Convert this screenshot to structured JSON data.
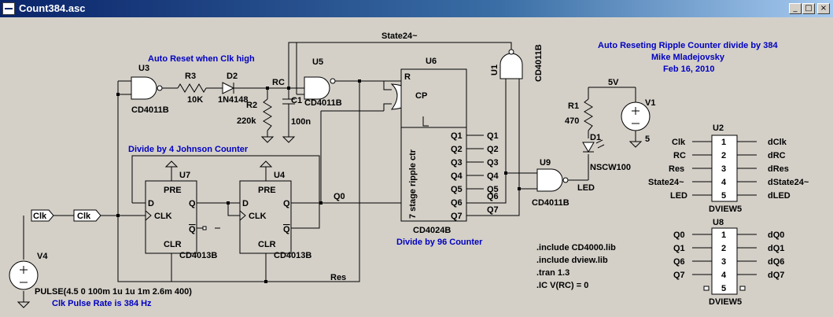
{
  "window": {
    "title": "Count384.asc"
  },
  "buttons": {
    "minimize": "_",
    "maximize": "□",
    "close": "×"
  },
  "labels": {
    "state24": "State24~",
    "auto_reset": "Auto Reset when Clk high",
    "rc": "RC",
    "header1": "Auto Reseting Ripple Counter divide by 384",
    "header2": "Mike Mladejovsky",
    "header3": "Feb 16, 2010",
    "johnson": "Divide by 4 Johnson Counter",
    "div96": "Divide by 96 Counter",
    "q0": "Q0",
    "res": "Res",
    "pulse": "PULSE(4.5 0 100m 1u 1u 1m 2.6m 400)",
    "clk_rate": "Clk Pulse Rate is 384 Hz",
    "clk_port1": "Clk",
    "clk_port2": "Clk",
    "led_net": "LED",
    "q6": "Q6",
    "q7": "Q7"
  },
  "components": {
    "u3": {
      "ref": "U3",
      "part": "CD4011B"
    },
    "r3": {
      "ref": "R3",
      "value": "10K"
    },
    "d2": {
      "ref": "D2",
      "value": "1N4148"
    },
    "r2": {
      "ref": "R2",
      "value": "220k"
    },
    "c1": {
      "ref": "C1",
      "value": "100n"
    },
    "u5": {
      "ref": "U5",
      "part": "CD4011B"
    },
    "u6": {
      "ref": "U6",
      "part": "CD4024B",
      "inner": "7 stage ripple ctr",
      "pin_r": "R",
      "pin_cp": "CP",
      "outputs": [
        "Q1",
        "Q2",
        "Q3",
        "Q4",
        "Q5",
        "Q6",
        "Q7"
      ]
    },
    "u1": {
      "ref": "U1",
      "part": "CD4011B"
    },
    "u9": {
      "ref": "U9",
      "part": "CD4011B"
    },
    "v5": {
      "value": "5V"
    },
    "r1": {
      "ref": "R1",
      "value": "470"
    },
    "v1": {
      "ref": "V1",
      "value": "5"
    },
    "d1": {
      "ref": "D1",
      "value": "NSCW100"
    },
    "u7": {
      "ref": "U7",
      "part": "CD4013B",
      "pre": "PRE",
      "clr": "CLR",
      "d": "D",
      "clk": "CLK",
      "q": "Q",
      "qbar": "Q"
    },
    "u4": {
      "ref": "U4",
      "part": "CD4013B",
      "pre": "PRE",
      "clr": "CLR",
      "d": "D",
      "clk": "CLK",
      "q": "Q",
      "qbar": "Q"
    },
    "v4": {
      "ref": "V4"
    },
    "u2": {
      "ref": "U2",
      "part": "DVIEW5",
      "inputs": [
        "Clk",
        "RC",
        "Res",
        "State24~",
        "LED"
      ],
      "pins": [
        "1",
        "2",
        "3",
        "4",
        "5"
      ],
      "outputs": [
        "dClk",
        "dRC",
        "dRes",
        "dState24~",
        "dLED"
      ]
    },
    "u8": {
      "ref": "U8",
      "part": "DVIEW5",
      "inputs": [
        "Q0",
        "Q1",
        "Q6",
        "Q7"
      ],
      "pins": [
        "1",
        "2",
        "3",
        "4",
        "5"
      ],
      "outputs": [
        "dQ0",
        "dQ1",
        "dQ6",
        "dQ7"
      ]
    }
  },
  "directives": [
    ".include CD4000.lib",
    ".include dview.lib",
    ".tran 1.3",
    ".IC V(RC) = 0"
  ]
}
